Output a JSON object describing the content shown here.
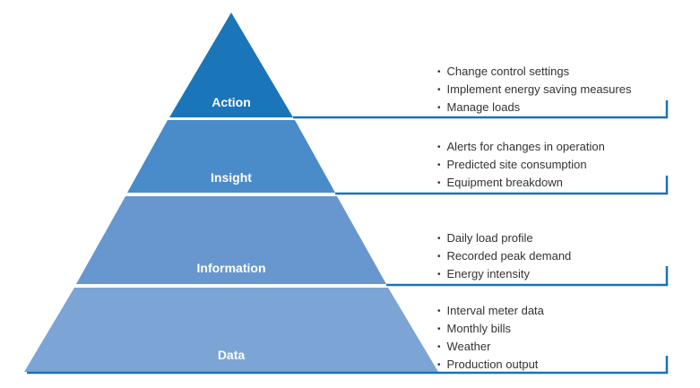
{
  "colors": {
    "action": "#1a75b9",
    "insight": "#4a8bc9",
    "information": "#6897cf",
    "data": "#7ca4d4",
    "connector": "#1a72b8",
    "bullet_text": "#333333"
  },
  "tiers": [
    {
      "label": "Action",
      "items": [
        "Change control settings",
        "Implement energy saving measures",
        "Manage loads"
      ]
    },
    {
      "label": "Insight",
      "items": [
        "Alerts for changes in operation",
        "Predicted site consumption",
        "Equipment breakdown"
      ]
    },
    {
      "label": "Information",
      "items": [
        "Daily load profile",
        "Recorded peak demand",
        "Energy intensity"
      ]
    },
    {
      "label": "Data",
      "items": [
        "Interval meter data",
        "Monthly bills",
        "Weather",
        "Production output"
      ]
    }
  ]
}
